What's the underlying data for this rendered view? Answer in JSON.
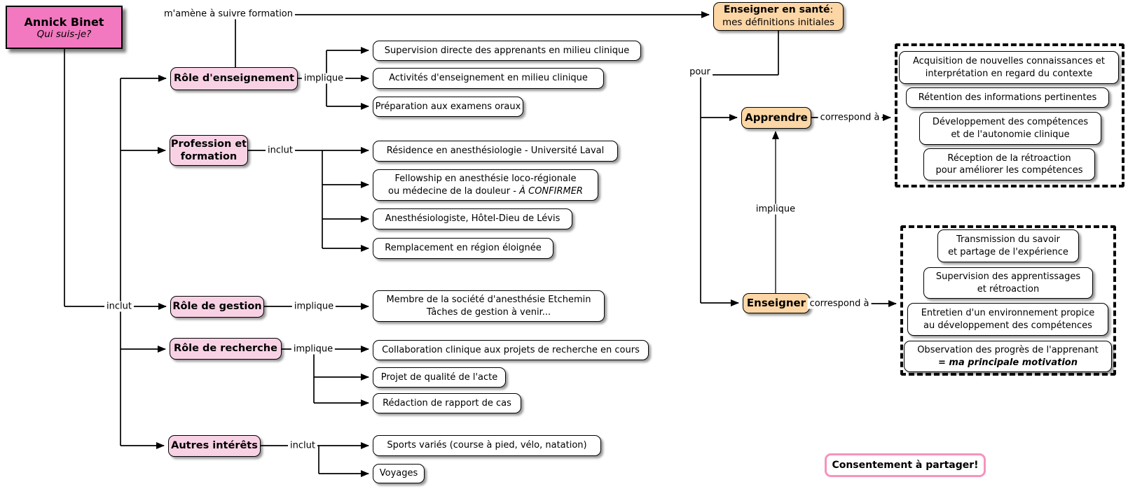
{
  "root": {
    "title": "Annick Binet",
    "subtitle": "Qui suis-je?"
  },
  "links": {
    "m_amene": "m'amène à suivre formation",
    "root_inclut": "inclut",
    "pour": "pour",
    "implique_enseigner_apprendre": "implique"
  },
  "enseigner_sante": {
    "line1_bold": "Enseigner en santé",
    "line1_rest": ":",
    "line2": "mes définitions initiales"
  },
  "topics": [
    {
      "label": "Rôle d'enseignement",
      "link": "implique",
      "children": [
        "Supervision directe des apprenants en milieu clinique",
        "Activités d'enseignement en milieu clinique",
        "Préparation aux examens oraux"
      ]
    },
    {
      "label": "Profession et formation",
      "link": "inclut",
      "children": [
        "Résidence en anesthésiologie - Université Laval",
        {
          "line1": "Fellowship en anesthésie loco-régionale",
          "line2": "ou médecine de la douleur - ",
          "line2_italic": "À CONFIRMER"
        },
        "Anesthésiologiste, Hôtel-Dieu de Lévis",
        "Remplacement en région éloignée"
      ]
    },
    {
      "label": "Rôle de gestion",
      "link": "implique",
      "children": [
        {
          "line1": "Membre de la société d'anesthésie Etchemin",
          "line2": "Tâches de gestion à venir..."
        }
      ]
    },
    {
      "label": "Rôle de recherche",
      "link": "implique",
      "children": [
        "Collaboration clinique aux projets de recherche en cours",
        "Projet de qualité de l'acte",
        "Rédaction de rapport de cas"
      ]
    },
    {
      "label": "Autres intérêts",
      "link": "inclut",
      "children": [
        "Sports variés (course à pied, vélo, natation)",
        "Voyages"
      ]
    }
  ],
  "apprendre": {
    "label": "Apprendre",
    "link": "correspond à",
    "definitions": [
      {
        "line1": "Acquisition de nouvelles connaissances et",
        "line2": "interprétation en regard du contexte"
      },
      {
        "line1": "Rétention des informations pertinentes"
      },
      {
        "line1": "Développement des compétences",
        "line2": "et de l'autonomie clinique"
      },
      {
        "line1": "Réception de la rétroaction",
        "line2": "pour améliorer les compétences"
      }
    ]
  },
  "enseigner": {
    "label": "Enseigner",
    "link": "correspond à",
    "definitions": [
      {
        "line1": "Transmission du savoir",
        "line2": "et partage de l'expérience"
      },
      {
        "line1": "Supervision des apprentissages",
        "line2": "et rétroaction"
      },
      {
        "line1": "Entretien d'un environnement propice",
        "line2": "au développement des compétences"
      },
      {
        "line1": "Observation des progrès de l'apprenant",
        "line2_emphasis": "= ma principale motivation"
      }
    ]
  },
  "consent": "Consentement à partager!",
  "colors": {
    "root_pink": "#f278bf",
    "topic_pink": "#f8d2e4",
    "concept_orange": "#fcd6a5",
    "consent_border": "#f693bd",
    "line": "#000000"
  }
}
